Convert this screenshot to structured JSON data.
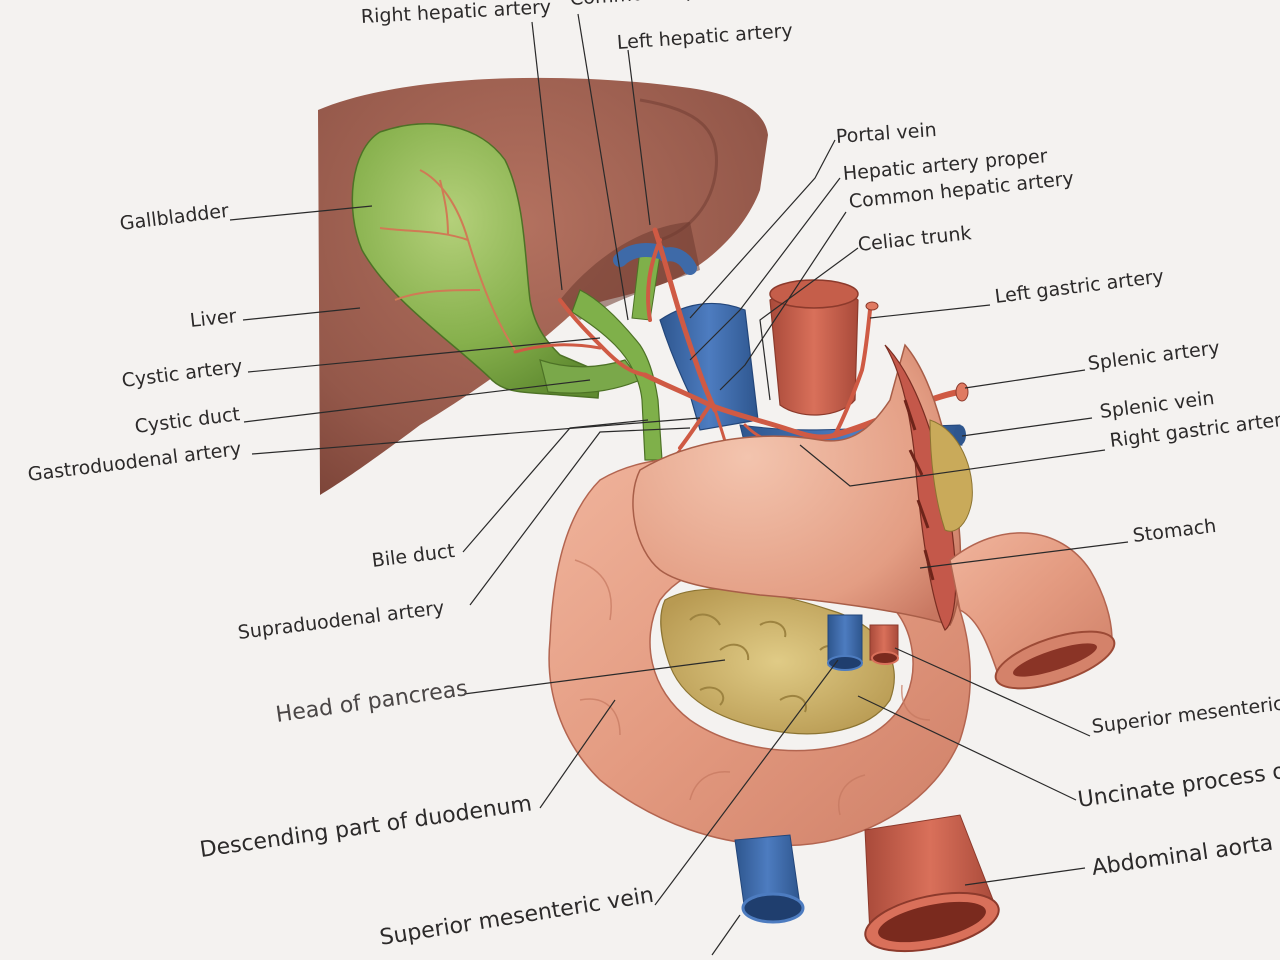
{
  "figure": {
    "labels": {
      "right_hepatic_artery": "Right hepatic artery",
      "common_hepatic_duct": "Common hepatic duct",
      "left_hepatic_artery": "Left hepatic artery",
      "portal_vein": "Portal vein",
      "hepatic_artery_proper": "Hepatic artery proper",
      "common_hepatic_artery": "Common hepatic artery",
      "celiac_trunk": "Celiac trunk",
      "left_gastric_artery": "Left gastric artery",
      "splenic_artery": "Splenic artery",
      "splenic_vein": "Splenic vein",
      "right_gastric_artery": "Right gastric artery",
      "stomach": "Stomach",
      "gallbladder": "Gallbladder",
      "liver": "Liver",
      "cystic_artery": "Cystic artery",
      "cystic_duct": "Cystic duct",
      "gastroduodenal_artery": "Gastroduodenal artery",
      "bile_duct": "Bile duct",
      "supraduodenal_artery": "Supraduodenal artery",
      "head_of_pancreas": "Head of pancreas",
      "descending_duodenum": "Descending part of duodenum",
      "superior_mesenteric_vein": "Superior mesenteric vein",
      "superior_mesenteric_artery": "Superior mesenteric artery",
      "uncinate_process": "Uncinate process of pancreas",
      "abdominal_aorta": "Abdominal aorta"
    },
    "colors": {
      "paper": "#f4f2f0",
      "liver": "#9a5a4c",
      "gallbladder": "#7fae4a",
      "artery": "#cf5a44",
      "vein": "#3e6aa8",
      "duodenum": "#e29a82",
      "pancreas": "#cdb46a",
      "leader_line": "#2a2a2a"
    }
  }
}
